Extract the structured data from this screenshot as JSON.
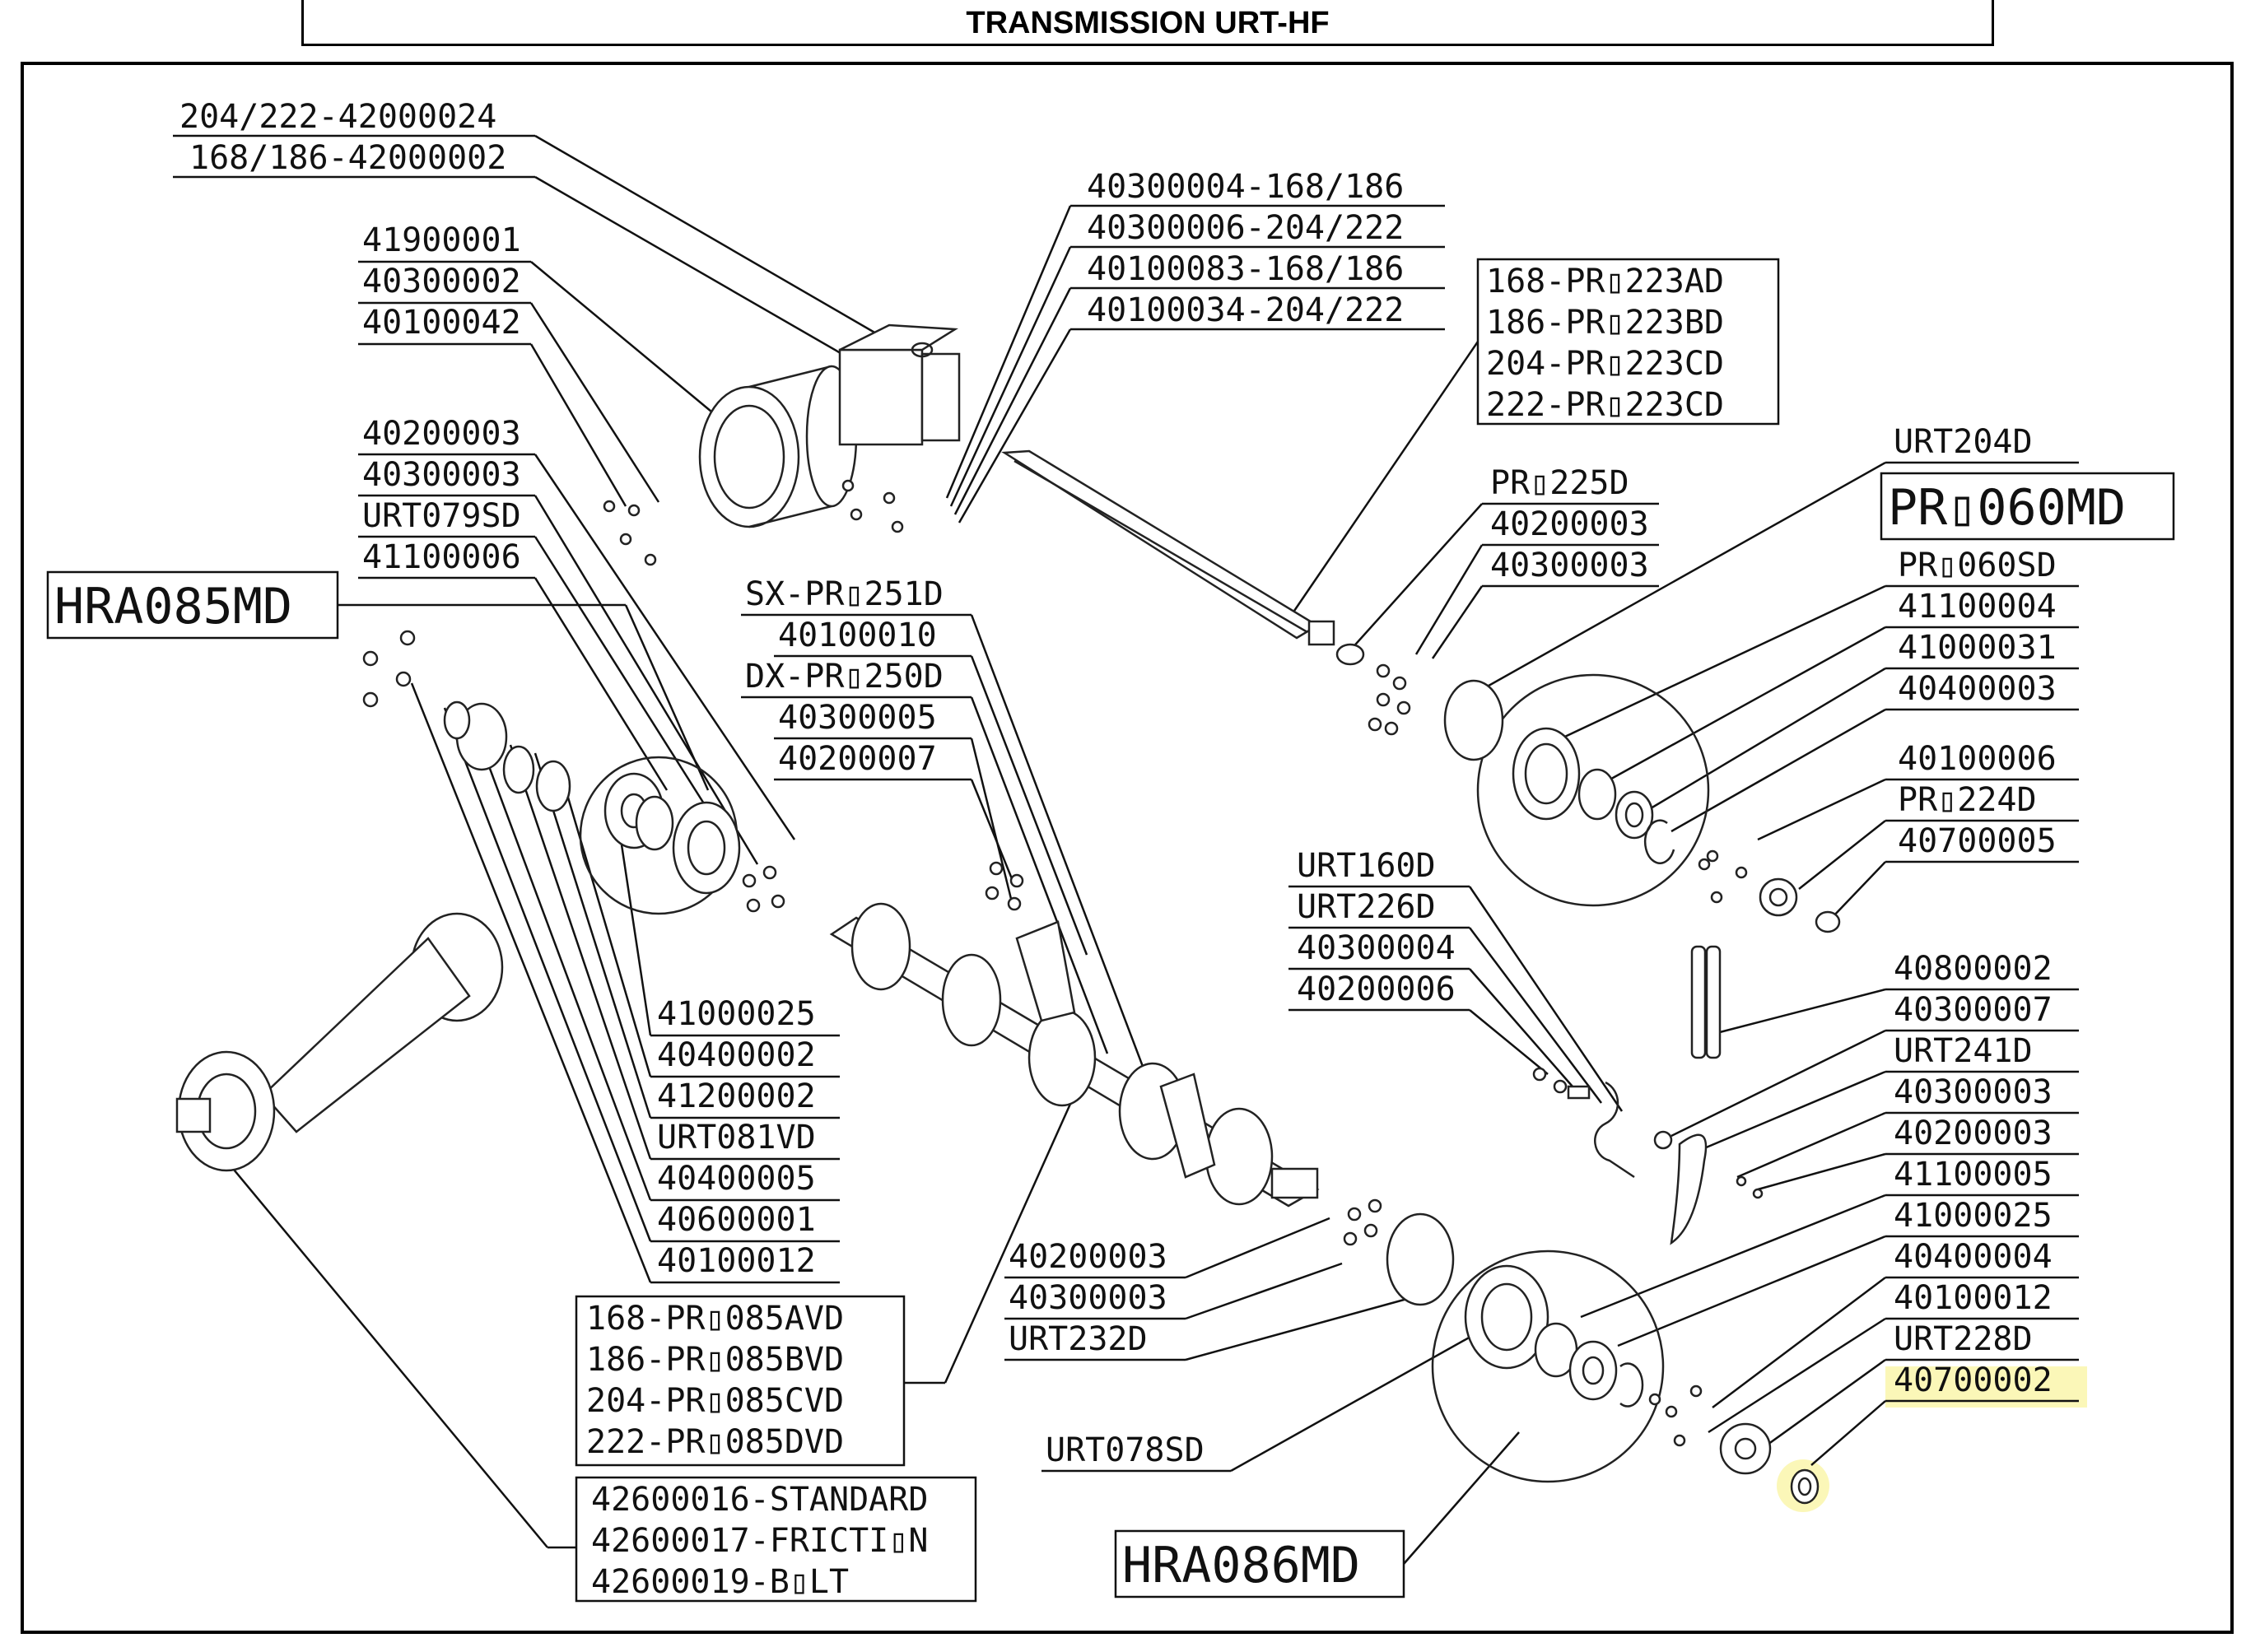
{
  "title": "TRANSMISSION URT-HF",
  "callouts": {
    "gearbox_top": [
      "204/222-42000024",
      "168/186-42000002"
    ],
    "gearbox_left": [
      "41900001",
      "40300002",
      "40100042"
    ],
    "gearbox_bolts": [
      "40300004-168/186",
      "40300006-204/222",
      "40100083-168/186",
      "40100034-204/222"
    ],
    "shaft_box": [
      "168-PR▯223AD",
      "186-PR▯223BD",
      "204-PR▯223CD",
      "222-PR▯223CD"
    ],
    "shaft_end": [
      "PR▯225D",
      "40200003",
      "40300003"
    ],
    "right_bearing_top_label": "URT204D",
    "right_bearing_box": "PR▯060MD",
    "right_bearing_parts": [
      "PR▯060SD",
      "41100004",
      "41000031",
      "40400003"
    ],
    "right_sprocket_parts": [
      "40100006",
      "PR▯224D",
      "40700005"
    ],
    "left_bearing_top": [
      "40200003",
      "40300003",
      "URT079SD",
      "41100006"
    ],
    "left_bearing_box": "HRA085MD",
    "center_labels": [
      "SX-PR▯251D",
      "40100010",
      "DX-PR▯250D",
      "40300005",
      "40200007"
    ],
    "left_parts_list": [
      "41000025",
      "40400002",
      "41200002",
      "URT081VD",
      "40400005",
      "40600001",
      "40100012"
    ],
    "tensioner": [
      "URT160D",
      "URT226D",
      "40300004",
      "40200006"
    ],
    "chain_side": [
      "40800002",
      "40300007",
      "URT241D",
      "40300003",
      "40200003",
      "41100005",
      "41000025",
      "40400004",
      "40100012",
      "URT228D",
      "40700002"
    ],
    "lower_center": [
      "40200003",
      "40300003",
      "URT232D"
    ],
    "rotor_box": [
      "168-PR▯085AVD",
      "186-PR▯085BVD",
      "204-PR▯085CVD",
      "222-PR▯085DVD"
    ],
    "pto_box": [
      "42600016-STANDARD",
      "42600017-FRICTI▯N",
      "42600019-B▯LT"
    ],
    "lower_bearing_label": "URT078SD",
    "lower_bearing_box": "HRA086MD",
    "highlighted_part": "40700002",
    "colors": {
      "highlight": "#fbf7b8",
      "ink": "#111111"
    }
  }
}
